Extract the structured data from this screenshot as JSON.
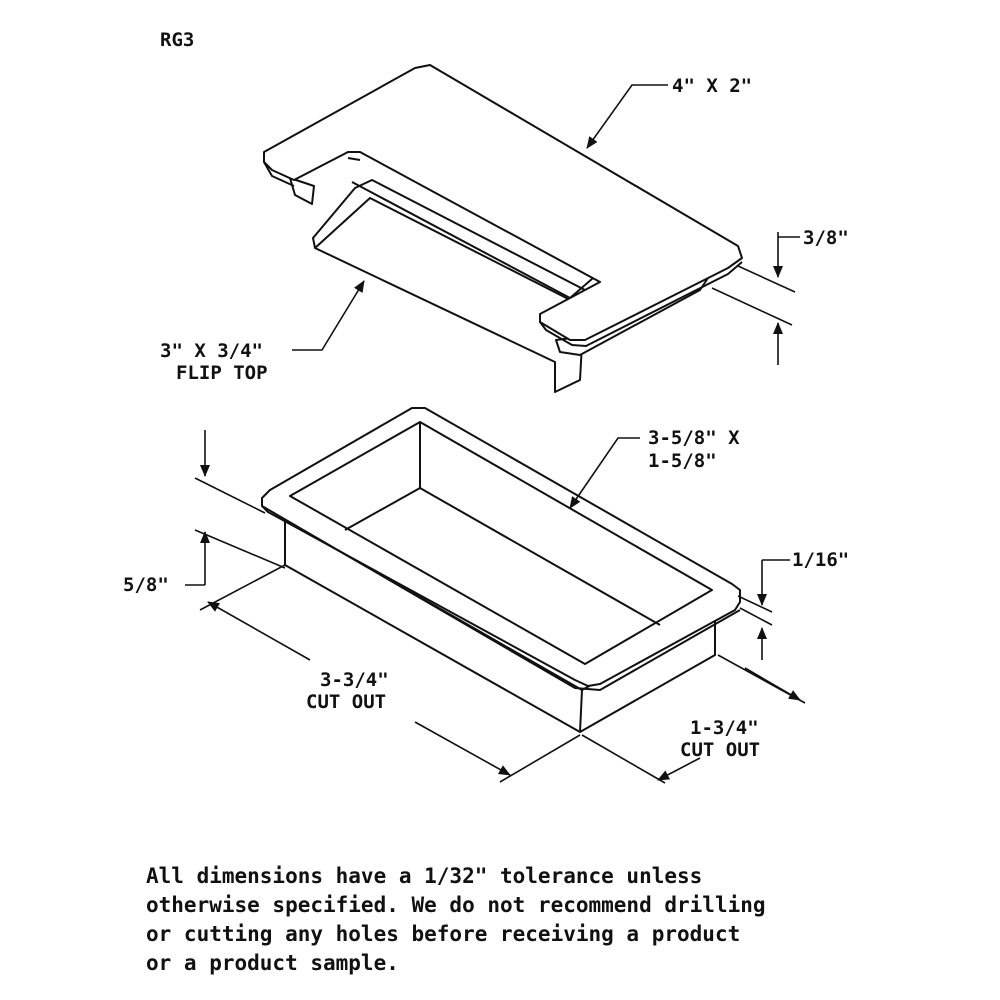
{
  "diagram": {
    "part_id": "RG3",
    "labels": {
      "flip_top_size": "4\" X 2\"",
      "flip_top_height": "3/8\"",
      "flip_top_inner_line1": "3\" X 3/4\"",
      "flip_top_inner_line2": "FLIP TOP",
      "body_size_line1": "3-5/8\" X",
      "body_size_line2": "1-5/8\"",
      "body_depth": "5/8\"",
      "flange_thickness": "1/16\"",
      "cutout_length_line1": "3-3/4\"",
      "cutout_length_line2": "CUT OUT",
      "cutout_width_line1": "1-3/4\"",
      "cutout_width_line2": "CUT OUT"
    },
    "note_lines": [
      "All dimensions have a 1/32\" tolerance unless",
      "otherwise specified. We do not recommend drilling",
      "or cutting any holes before receiving a product",
      "or a product sample."
    ]
  }
}
